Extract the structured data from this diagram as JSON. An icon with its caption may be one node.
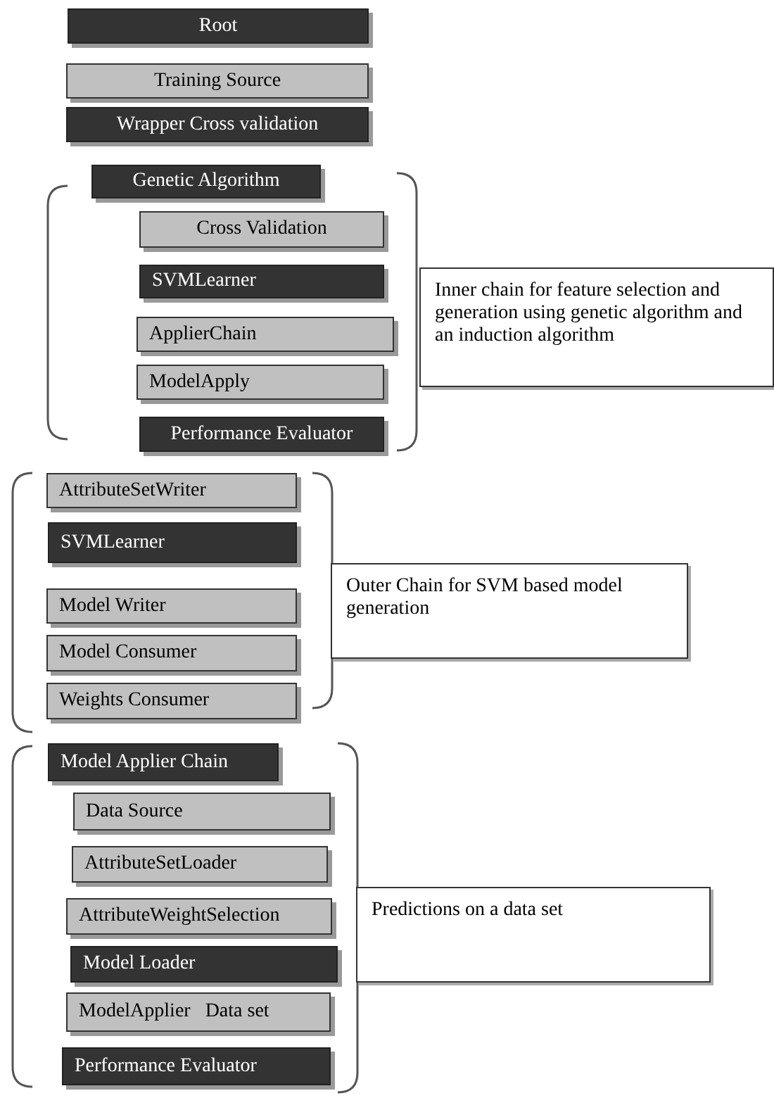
{
  "diagram": {
    "nodes": [
      {
        "text": [
          "Root"
        ]
      },
      {
        "text": [
          "Training Source"
        ]
      },
      {
        "text": [
          "Wrapper Cross validation"
        ]
      },
      {
        "text": [
          "Genetic Algorithm"
        ]
      },
      {
        "text": [
          "Cross Validation"
        ]
      },
      {
        "text": [
          "SVMLearner"
        ]
      },
      {
        "text": [
          "ApplierChain"
        ]
      },
      {
        "text": [
          "ModelApply"
        ]
      },
      {
        "text": [
          "Performance Evaluator"
        ]
      },
      {
        "text": [
          "Inner chain for feature selection and generation using genetic algorithm and an induction algorithm"
        ]
      },
      {
        "text": [
          "AttributeSetWriter"
        ]
      },
      {
        "text": [
          "SVMLearner"
        ]
      },
      {
        "text": [
          "Model Writer"
        ]
      },
      {
        "text": [
          "Model Consumer"
        ]
      },
      {
        "text": [
          "Weights Consumer"
        ]
      },
      {
        "text": [
          "Outer Chain for SVM based model generation"
        ]
      },
      {
        "text": [
          "Model Applier Chain"
        ]
      },
      {
        "text": [
          "Data Source"
        ]
      },
      {
        "text": [
          "AttributeSetLoader"
        ]
      },
      {
        "text": [
          "AttributeWeightSelection"
        ]
      },
      {
        "text": [
          "Model Loader"
        ]
      },
      {
        "text": [
          "ModelApplier   Data set"
        ]
      },
      {
        "text": [
          "Performance Evaluator"
        ]
      },
      {
        "text": [
          "Predictions on a data set"
        ]
      }
    ]
  }
}
